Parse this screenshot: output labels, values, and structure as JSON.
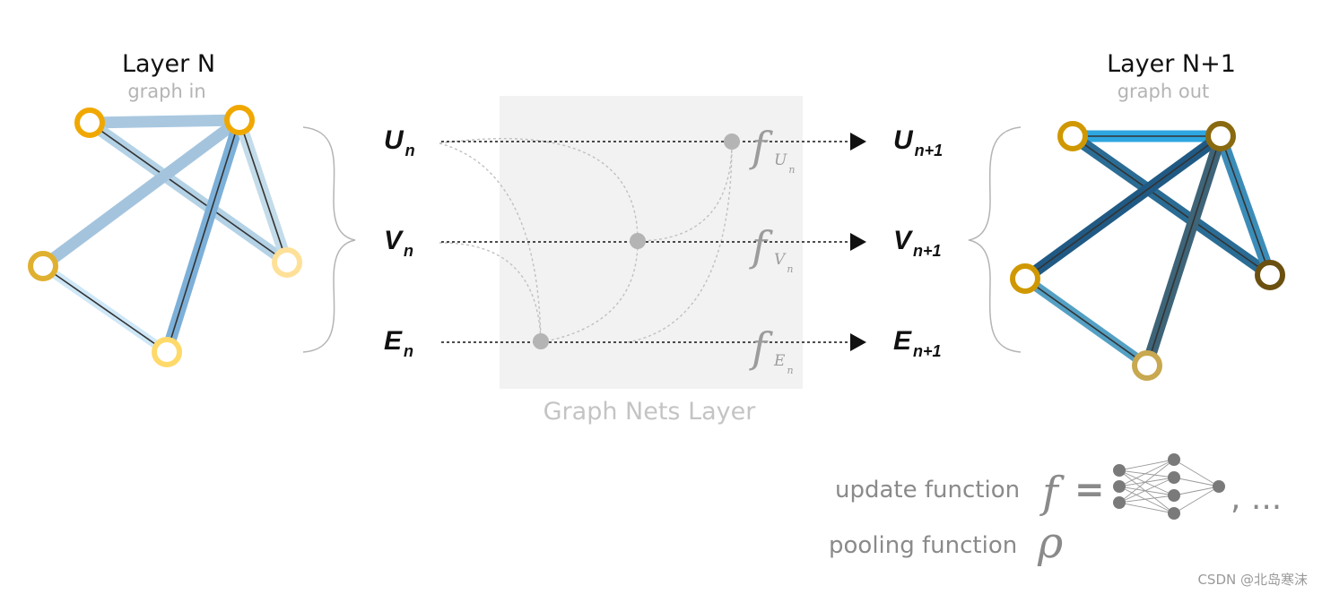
{
  "left_graph": {
    "title": "Layer N",
    "subtitle": "graph in",
    "node_colors": [
      "#f0a800",
      "#f0a800",
      "#e0b030",
      "#ffd96a",
      "#ffe099"
    ],
    "edge_colors": [
      "#a9c8e0",
      "#b4d2e6",
      "#a4c4de",
      "#7db0d8",
      "#c4dcea",
      "#cfe8f8"
    ]
  },
  "right_graph": {
    "title": "Layer N+1",
    "subtitle": "graph out",
    "node_colors": [
      "#d09800",
      "#8a6a10",
      "#d09800",
      "#6b5010",
      "#c8a850"
    ],
    "edge_colors": [
      "#2ea6e0",
      "#2a6c94",
      "#205a84",
      "#3c8cb8",
      "#3e6478",
      "#54a0c4"
    ]
  },
  "inputs": [
    {
      "letter": "U",
      "sub": "n"
    },
    {
      "letter": "V",
      "sub": "n"
    },
    {
      "letter": "E",
      "sub": "n"
    }
  ],
  "outputs": [
    {
      "letter": "U",
      "sub": "n+1"
    },
    {
      "letter": "V",
      "sub": "n+1"
    },
    {
      "letter": "E",
      "sub": "n+1"
    }
  ],
  "functions": [
    {
      "symbol": "f",
      "sub": "U",
      "subsub": "n"
    },
    {
      "symbol": "f",
      "sub": "V",
      "subsub": "n"
    },
    {
      "symbol": "f",
      "sub": "E",
      "subsub": "n"
    }
  ],
  "layer_label": "Graph Nets Layer",
  "legend": {
    "update_label": "update function",
    "update_symbol": "f",
    "equals": "=",
    "ellipsis": ", ...",
    "pooling_label": "pooling function",
    "pooling_symbol": "ρ"
  },
  "watermark": "CSDN @北岛寒沫",
  "colors": {
    "layer_box": "#f2f2f2",
    "flow_line": "#111111",
    "pool_dot": "#b4b4b4",
    "brace": "#b4b4b4",
    "mlp": "#7a7a7a"
  }
}
